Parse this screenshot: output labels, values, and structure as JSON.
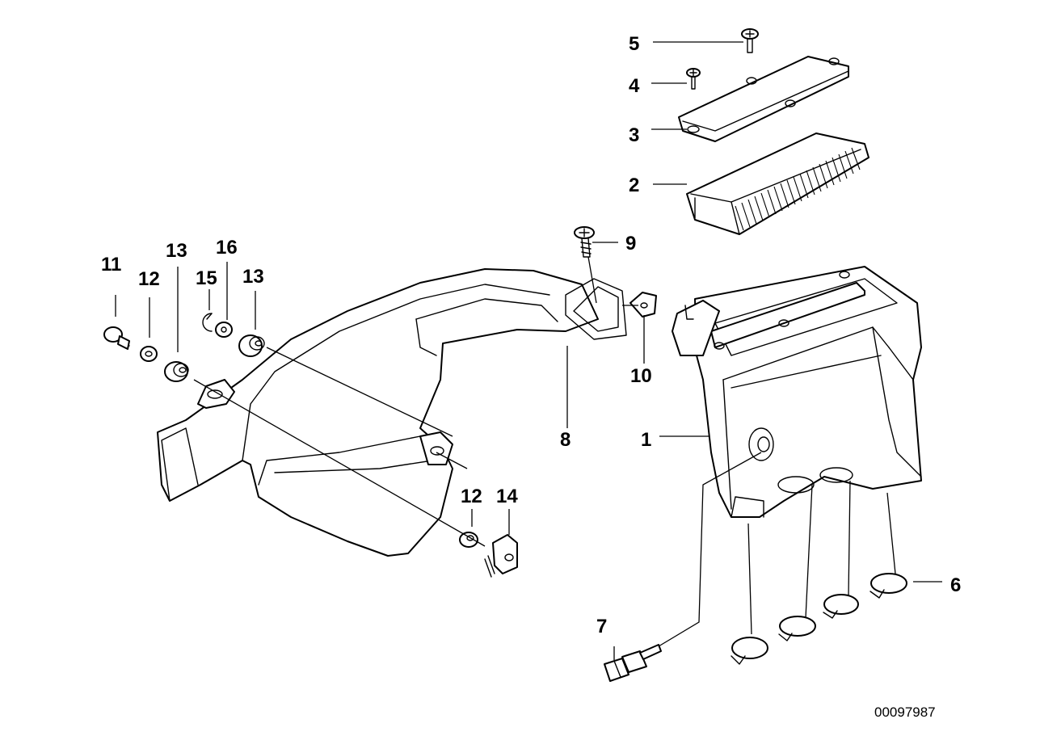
{
  "callouts": {
    "c1": "1",
    "c2": "2",
    "c3": "3",
    "c4": "4",
    "c5": "5",
    "c6": "6",
    "c7": "7",
    "c8": "8",
    "c9": "9",
    "c10": "10",
    "c11": "11",
    "c12a": "12",
    "c13a": "13",
    "c15": "15",
    "c16": "16",
    "c13b": "13",
    "c12b": "12",
    "c14": "14"
  },
  "drawing_number": "00097987"
}
